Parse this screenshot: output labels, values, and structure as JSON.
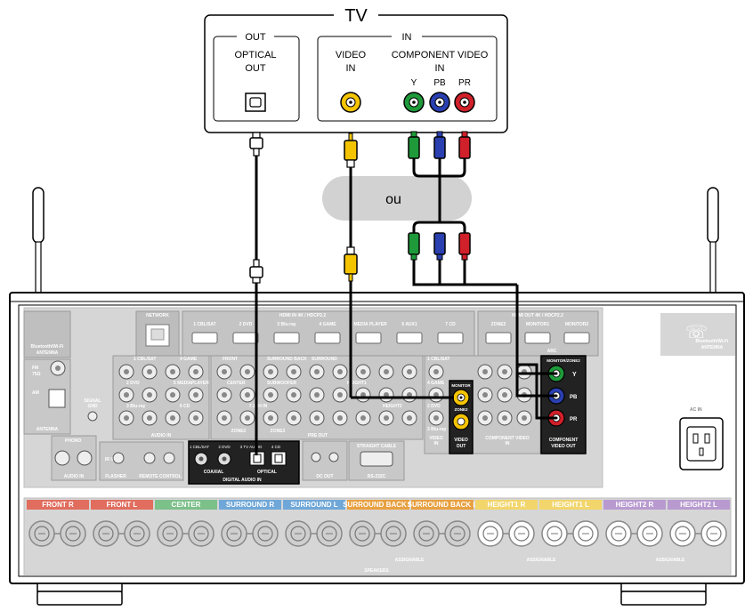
{
  "tv": {
    "title": "TV",
    "out_group": "OUT",
    "optical_out": [
      "OPTICAL",
      "OUT"
    ],
    "in_group": "IN",
    "video_in": [
      "VIDEO",
      "IN"
    ],
    "component_in": [
      "COMPONENT VIDEO",
      "IN"
    ],
    "y": "Y",
    "pb": "PB",
    "pr": "PR"
  },
  "or_label": "ou",
  "colors": {
    "yellow": "#f5c400",
    "green": "#1e9a3a",
    "blue": "#2a3fb0",
    "red": "#d0202a",
    "panel": "#cfcfcf",
    "dark": "#1a1a1a"
  },
  "receiver": {
    "network": "NETWORK",
    "hdmi_in": "HDMI IN  4K / HDCP2.2",
    "hdmi_in_ports": [
      "1 CBL/SAT",
      "2 DVD",
      "3 Blu-ray",
      "4 GAME",
      "5 MEDIA PLAYER",
      "6 AUX1",
      "7 CD"
    ],
    "hdmi_out": "HDMI OUT  4K / HDCP2.2",
    "hdmi_out_ports": [
      "ZONE2",
      "MONITOR1",
      "MONITOR2"
    ],
    "arc": "ARC",
    "bt_antenna": [
      "Bluetooth/Wi-Fi",
      "ANTENNA"
    ],
    "fm": [
      "FM",
      "75Ω"
    ],
    "am": "AM",
    "signal_gnd": [
      "SIGNAL",
      "GND"
    ],
    "antenna": "ANTENNA",
    "audio_in_labels": [
      "1 CBL/SAT",
      "4 GAME",
      "2 DVD",
      "5 MEDIA",
      "PLAYER",
      "3 Blu-ray",
      "6 CD"
    ],
    "audio_in": "AUDIO IN",
    "pre_out_labels": [
      "FRONT",
      "SURROUND BACK",
      "SURROUND",
      "CENTER",
      "SUBWOOFER",
      "HEIGHT1",
      "HEIGHT2"
    ],
    "seven_ch_in": "7.1CH IN",
    "zone2": "ZONE2",
    "zone3": "ZONE3",
    "pre_out": "PRE OUT",
    "component_in_inputs": [
      "1 CBL/SAT",
      "4 GAME",
      "2 DVD",
      "3 Blu-ray"
    ],
    "component_video_in": [
      "COMPONENT VIDEO",
      "IN"
    ],
    "monitor": "MONITOR",
    "video_in": [
      "VIDEO",
      "IN"
    ],
    "video_out": [
      "VIDEO",
      "OUT"
    ],
    "monitor_zone2": "MONITOR/ZONE2",
    "component_video_out": [
      "COMPONENT",
      "VIDEO OUT"
    ],
    "phono": "PHONO",
    "audio_in2": "AUDIO IN",
    "flasher": "FLASHER",
    "ir_in": "IR IN",
    "remote_control": "REMOTE CONTROL",
    "digital_inputs": [
      "1 CBL/SAT",
      "2 DVD",
      "3 TV AUDIO",
      "4 CD"
    ],
    "coaxial": "COAXIAL",
    "optical": "OPTICAL",
    "digital_audio_in": "DIGITAL AUDIO IN",
    "dc_out": "DC OUT",
    "straight_cable": "STRAIGHT CABLE",
    "rs232c": "RS-232C",
    "ac_in": "AC IN",
    "speaker_labels": [
      "FRONT R",
      "FRONT L",
      "CENTER",
      "SURROUND R",
      "SURROUND L",
      "SURROUND BACK R",
      "SURROUND BACK L",
      "HEIGHT1 R",
      "HEIGHT1 L",
      "HEIGHT2 R",
      "HEIGHT2 L"
    ],
    "speaker_colors": [
      "#e06d5e",
      "#e06d5e",
      "#7cc08a",
      "#6fa7d8",
      "#6fa7d8",
      "#e8a040",
      "#e8a040",
      "#f2d56b",
      "#f2d56b",
      "#b89ad0",
      "#b89ad0"
    ],
    "speakers": "SPEAKERS",
    "assignable": "ASSIGNABLE"
  }
}
